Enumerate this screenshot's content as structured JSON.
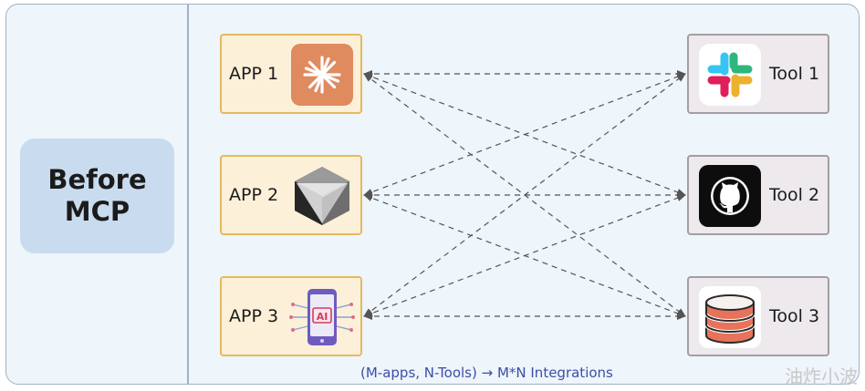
{
  "left_label": "Before\nMCP",
  "apps": [
    {
      "label": "APP 1",
      "icon": "claude-sparkle-icon"
    },
    {
      "label": "APP 2",
      "icon": "cursor-cube-icon"
    },
    {
      "label": "APP 3",
      "icon": "ai-phone-icon"
    }
  ],
  "tools": [
    {
      "label": "Tool 1",
      "icon": "slack-icon"
    },
    {
      "label": "Tool 2",
      "icon": "github-icon"
    },
    {
      "label": "Tool 3",
      "icon": "database-icon"
    }
  ],
  "caption": "(M-apps, N-Tools) → M*N Integrations",
  "watermark": "油炸小波",
  "colors": {
    "background": "#eef5fb",
    "label_box": "#c9dcef",
    "app_fill": "#fdf0d9",
    "app_border": "#e4ba5c",
    "tool_fill": "#ede9ec",
    "tool_border": "#a49ea3",
    "caption": "#3c4ea6",
    "connector": "#555555"
  }
}
